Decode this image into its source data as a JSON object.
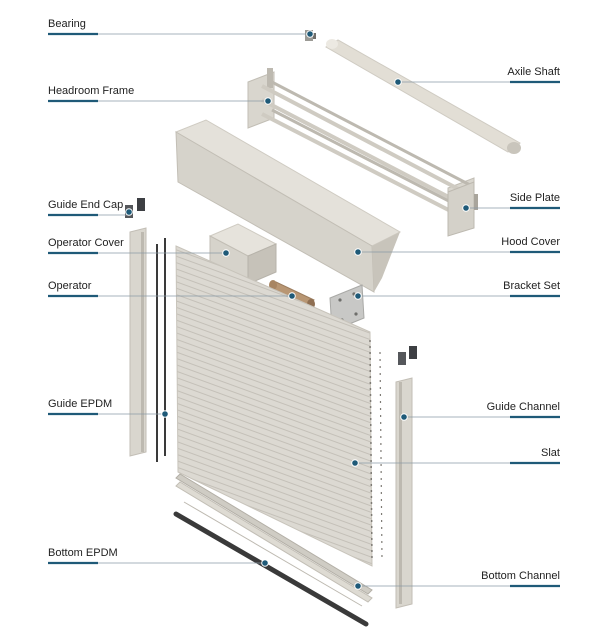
{
  "diagram": {
    "labels": [
      {
        "id": "bearing",
        "text": "Bearing",
        "side": "left"
      },
      {
        "id": "headroom-frame",
        "text": "Headroom Frame",
        "side": "left"
      },
      {
        "id": "guide-end-cap",
        "text": "Guide End Cap",
        "side": "left"
      },
      {
        "id": "operator-cover",
        "text": "Operator Cover",
        "side": "left"
      },
      {
        "id": "operator",
        "text": "Operator",
        "side": "left"
      },
      {
        "id": "guide-epdm",
        "text": "Guide EPDM",
        "side": "left"
      },
      {
        "id": "bottom-epdm",
        "text": "Bottom EPDM",
        "side": "left"
      },
      {
        "id": "axile-shaft",
        "text": "Axile Shaft",
        "side": "right"
      },
      {
        "id": "side-plate",
        "text": "Side Plate",
        "side": "right"
      },
      {
        "id": "hood-cover",
        "text": "Hood Cover",
        "side": "right"
      },
      {
        "id": "bracket-set",
        "text": "Bracket Set",
        "side": "right"
      },
      {
        "id": "guide-channel",
        "text": "Guide Channel",
        "side": "right"
      },
      {
        "id": "slat",
        "text": "Slat",
        "side": "right"
      },
      {
        "id": "bottom-channel",
        "text": "Bottom Channel",
        "side": "right"
      }
    ],
    "colors": {
      "accent": "#1f5a78",
      "leader": "#8a9aa6",
      "part": "#d9d6ce",
      "part_dark": "#bdb9b0",
      "rubber": "#3a3a3a"
    }
  }
}
